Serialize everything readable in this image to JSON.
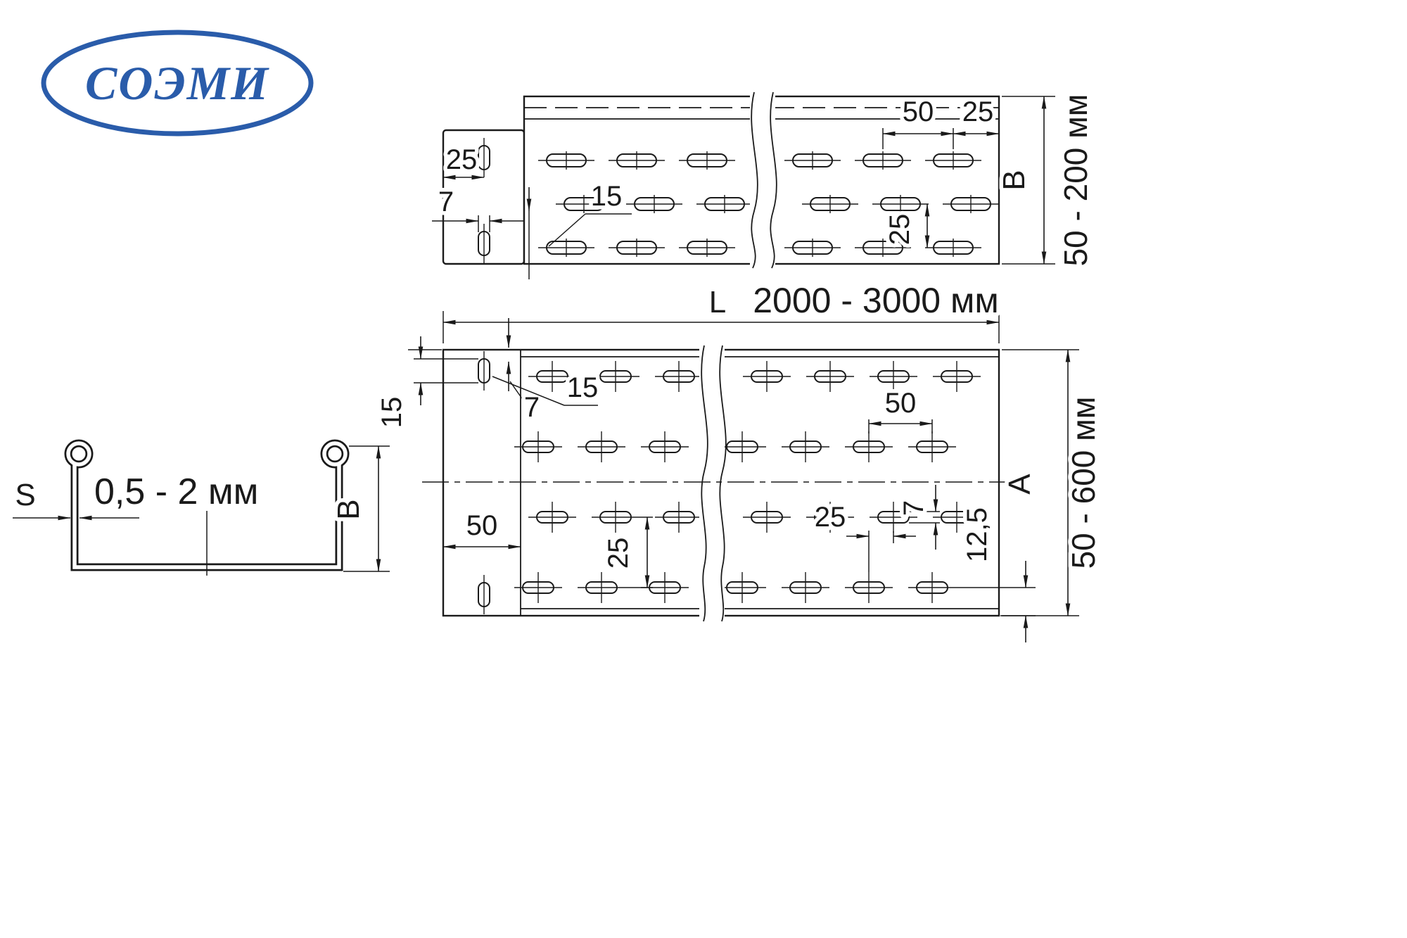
{
  "logo": {
    "text": "СОЭМИ",
    "color": "#2a5caa"
  },
  "cross_section": {
    "s_label": "S",
    "thickness_range": "0,5 - 2 мм",
    "height_label": "B"
  },
  "side_view": {
    "dim_pitch_50": "50",
    "dim_edge_25": "25",
    "dim_tab_25": "25",
    "dim_slot_width_7": "7",
    "dim_slot_len_15": "15",
    "dim_row_25": "25",
    "height_label": "B",
    "height_range": "50 - 200 мм"
  },
  "plan_view": {
    "length_label": "L",
    "length_range": "2000 - 3000 мм",
    "dim_slot_len_15": "15",
    "dim_lip_7": "7",
    "dim_slot_15": "15",
    "dim_tab_50": "50",
    "dim_row_25": "25",
    "dim_pitch_50": "50",
    "dim_slot_width_7": "7",
    "dim_stagger_25": "25",
    "dim_edge_12_5": "12,5",
    "width_label": "A",
    "width_range": "50 - 600 мм"
  }
}
